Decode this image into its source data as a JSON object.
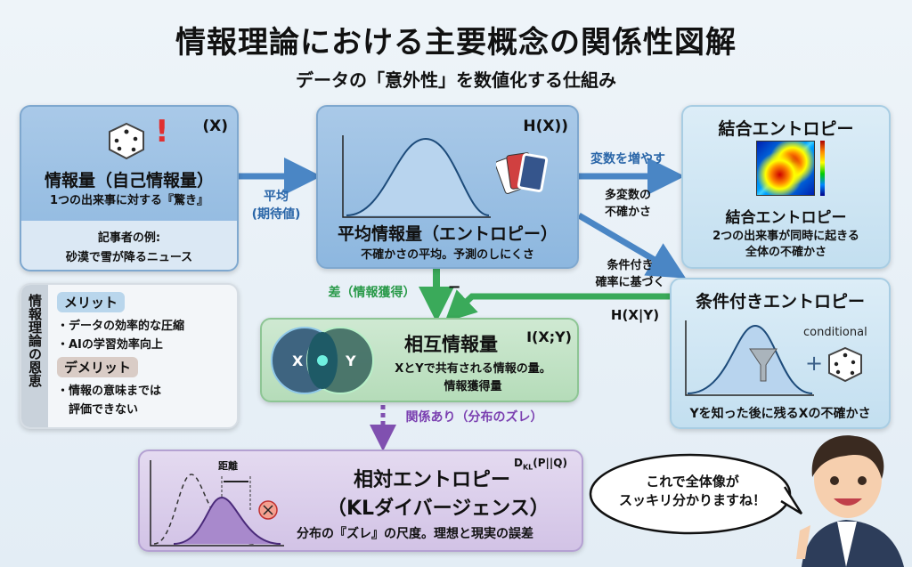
{
  "title": "情報理論における主要概念の関係性図解",
  "subtitle": "データの「意外性」を数値化する仕組み",
  "self_info": {
    "symbol": "(X)",
    "title": "情報量（自己情報量）",
    "desc": "1つの出来事に対する『驚き』",
    "example_label": "記事者の例:",
    "example": "砂漠で雪が降るニュース"
  },
  "arrow_avg": {
    "line1": "平均",
    "line2": "(期待値)"
  },
  "entropy": {
    "symbol": "H(X))",
    "title": "平均情報量（エントロピー）",
    "desc": "不確かさの平均。予測のしにくさ"
  },
  "arrow_joint": {
    "top": "変数を増やす",
    "bottom1": "多変数の",
    "bottom2": "不確かさ"
  },
  "joint": {
    "header": "結合エントロピー",
    "title": "結合エントロピー",
    "desc1": "2つの出来事が同時に起きる",
    "desc2": "全体の不確かさ"
  },
  "arrow_cond": {
    "line1": "条件付き",
    "line2": "確率に基づく"
  },
  "conditional": {
    "title": "条件付きエントロピー",
    "annotation": "conditional",
    "plus": "+",
    "desc": "Yを知った後に残るXの不確かさ"
  },
  "arrow_mutual": {
    "diff": "差（情報獲得）",
    "minus": "−",
    "hxy": "H(X|Y)"
  },
  "mutual": {
    "symbol": "I(X;Y)",
    "title": "相互情報量",
    "x": "X",
    "y": "Y",
    "desc1": "XとYで共有される情報の量。",
    "desc2": "情報獲得量"
  },
  "merits": {
    "side": "情報理論の恩恵",
    "merit_label": "メリット",
    "merits": [
      "・データの効率的な圧縮",
      "・AIの学習効率向上"
    ],
    "demerit_label": "デメリット",
    "demerits": [
      "・情報の意味までは",
      "　評価できない"
    ]
  },
  "arrow_kl": {
    "label": "関係あり（分布のズレ）"
  },
  "kl": {
    "distance": "距離",
    "title": "相対エントロピー",
    "symbol": "D",
    "symbol_sub": "KL",
    "symbol_tail": "(P||Q)",
    "subtitle": "（KLダイバージェンス）",
    "desc": "分布の『ズレ』の尺度。理想と現実の誤差"
  },
  "speech": {
    "line1": "これで全体像が",
    "line2": "スッキリ分かりますね！"
  },
  "colors": {
    "blue_arrow": "#4a86c5",
    "green_arrow": "#3aaa5a",
    "purple_arrow": "#8050b0"
  }
}
